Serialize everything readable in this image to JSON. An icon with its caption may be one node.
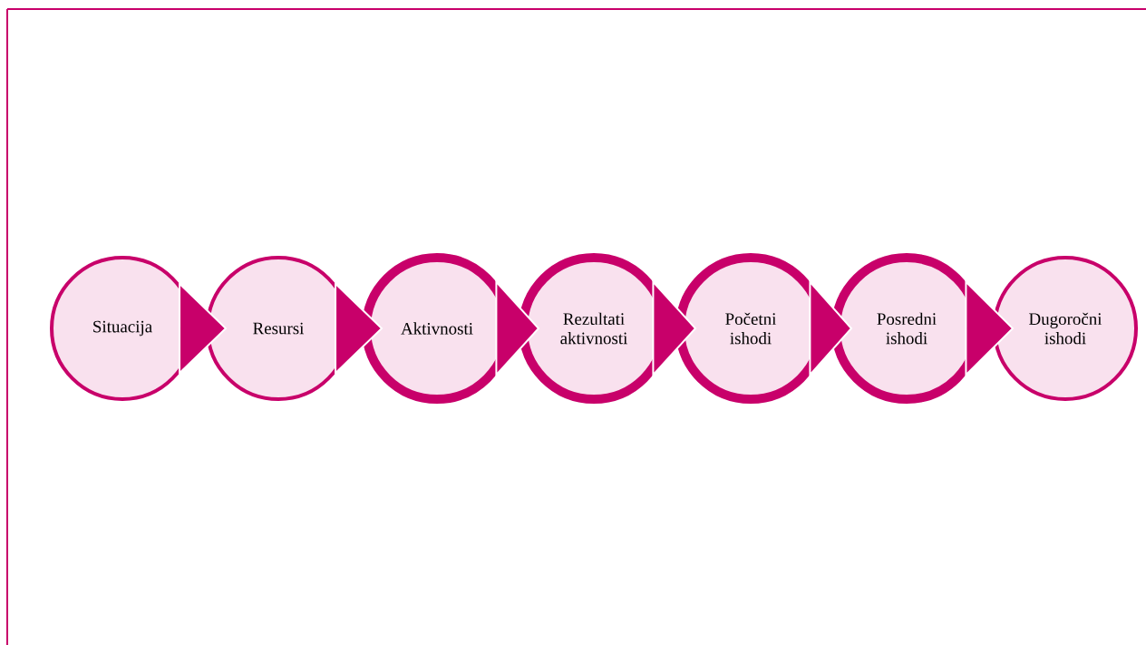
{
  "diagram": {
    "nodes": [
      {
        "text": [
          "Situacija"
        ]
      },
      {
        "text": [
          "Resursi"
        ]
      },
      {
        "text": [
          "Aktivnosti"
        ]
      },
      {
        "text": [
          "Rezultati aktivnosti"
        ]
      },
      {
        "text": [
          "Početni ishodi"
        ]
      },
      {
        "text": [
          "Posredni ishodi"
        ]
      },
      {
        "text": [
          "Dugoročni ishodi"
        ]
      }
    ],
    "edges": [
      {
        "from": 0,
        "to": 1,
        "arrow": "to"
      },
      {
        "from": 1,
        "to": 2,
        "arrow": "to"
      },
      {
        "from": 2,
        "to": 3,
        "arrow": "to"
      },
      {
        "from": 3,
        "to": 4,
        "arrow": "to"
      },
      {
        "from": 4,
        "to": 5,
        "arrow": "to"
      },
      {
        "from": 5,
        "to": 6,
        "arrow": "to"
      }
    ]
  }
}
